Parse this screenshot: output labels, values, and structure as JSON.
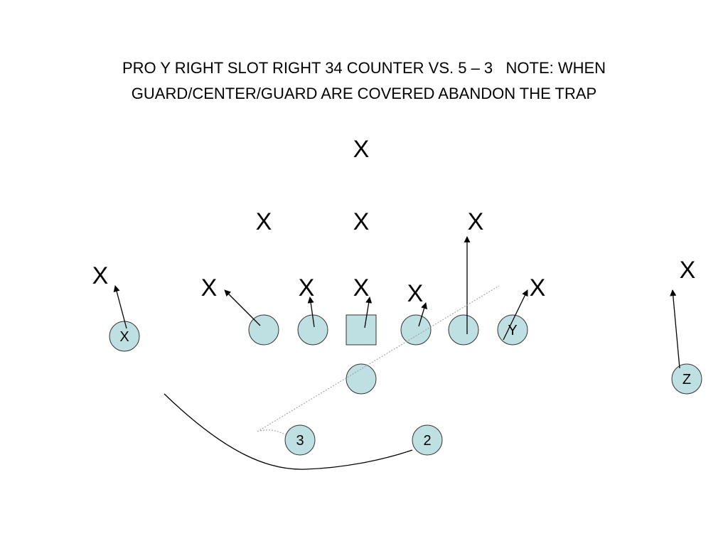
{
  "title": {
    "line1": "PRO Y RIGHT SLOT RIGHT 34 COUNTER VS. 5 – 3   NOTE: WHEN",
    "line2": "GUARD/CENTER/GUARD ARE COVERED ABANDON THE TRAP"
  },
  "colors": {
    "player_fill": "#bfe0e2",
    "stroke": "#333333",
    "line": "#000000"
  },
  "defense_mark": "X",
  "player_labels": {
    "x_receiver": "X",
    "y_end": "Y",
    "z_receiver": "Z",
    "back_3": "3",
    "back_2": "2"
  }
}
